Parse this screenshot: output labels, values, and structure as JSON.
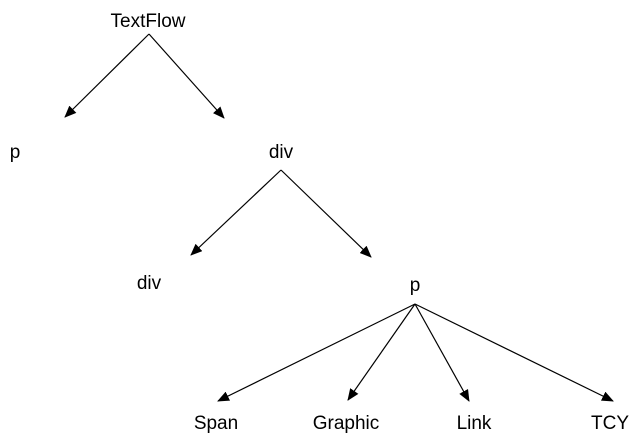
{
  "diagram": {
    "nodes": [
      {
        "id": "textflow",
        "label": "TextFlow"
      },
      {
        "id": "p1",
        "label": "p"
      },
      {
        "id": "div1",
        "label": "div"
      },
      {
        "id": "div2",
        "label": "div"
      },
      {
        "id": "p2",
        "label": "p"
      },
      {
        "id": "span",
        "label": "Span"
      },
      {
        "id": "graphic",
        "label": "Graphic"
      },
      {
        "id": "link",
        "label": "Link"
      },
      {
        "id": "tcy",
        "label": "TCY"
      }
    ],
    "edges": [
      {
        "from": "textflow",
        "to": "p1"
      },
      {
        "from": "textflow",
        "to": "div1"
      },
      {
        "from": "div1",
        "to": "div2"
      },
      {
        "from": "div1",
        "to": "p2"
      },
      {
        "from": "p2",
        "to": "span"
      },
      {
        "from": "p2",
        "to": "graphic"
      },
      {
        "from": "p2",
        "to": "link"
      },
      {
        "from": "p2",
        "to": "tcy"
      }
    ]
  }
}
